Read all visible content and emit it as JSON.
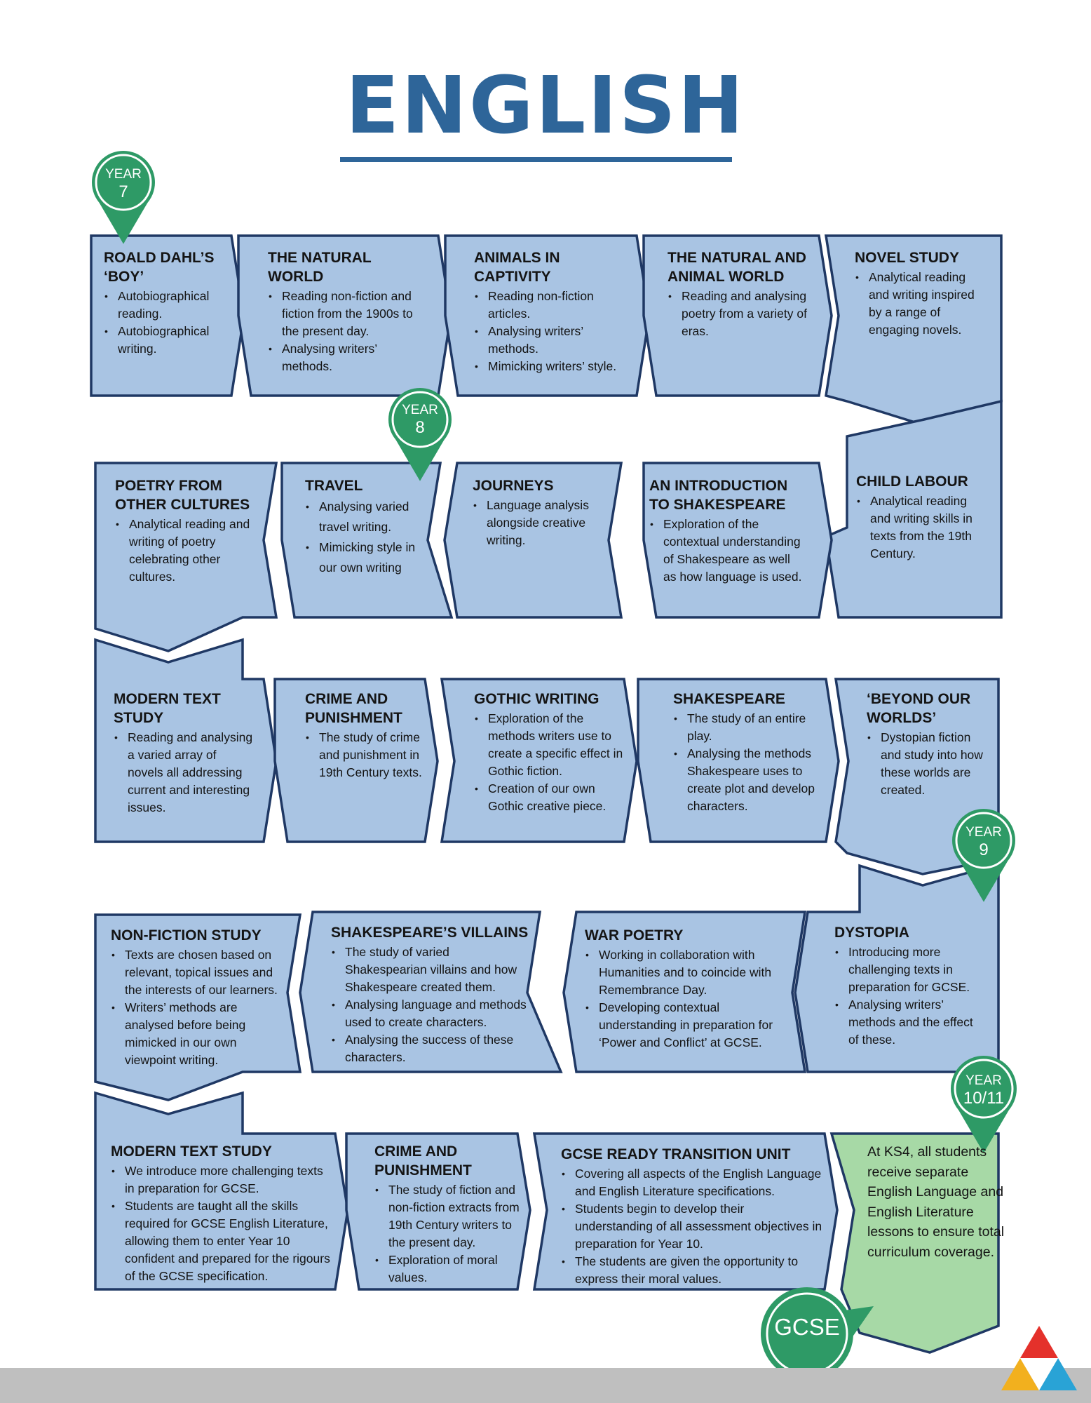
{
  "title": "ENGLISH",
  "colors": {
    "step_fill": "#a9c4e3",
    "step_stroke": "#1f3864",
    "final_fill": "#a7d9a6",
    "pin_green": "#2e9a66",
    "title_blue": "#2e6599"
  },
  "year_markers": [
    {
      "line1": "YEAR",
      "line2": "7"
    },
    {
      "line1": "YEAR",
      "line2": "8"
    },
    {
      "line1": "YEAR",
      "line2": "9"
    },
    {
      "line1": "YEAR",
      "line2": "10/11"
    }
  ],
  "gcse_label": "GCSE",
  "rows": [
    [
      {
        "title": "ROALD DAHL’S ‘BOY’",
        "bullets": [
          "Autobiographical reading.",
          "Autobiographical writing."
        ]
      },
      {
        "title": "THE NATURAL WORLD",
        "bullets": [
          "Reading non-fiction and fiction from the 1900s to the present day.",
          "Analysing writers’ methods."
        ]
      },
      {
        "title": "ANIMALS IN CAPTIVITY",
        "bullets": [
          "Reading non-fiction articles.",
          "Analysing writers’ methods.",
          "Mimicking writers’ style."
        ]
      },
      {
        "title": "THE NATURAL AND ANIMAL WORLD",
        "bullets": [
          "Reading and analysing poetry from a variety of eras."
        ]
      },
      {
        "title": "NOVEL STUDY",
        "bullets": [
          "Analytical reading and writing inspired by a range of engaging novels."
        ]
      }
    ],
    [
      {
        "title": "POETRY FROM OTHER CULTURES",
        "bullets": [
          "Analytical reading and writing of poetry celebrating other cultures."
        ]
      },
      {
        "title": "TRAVEL",
        "bullets": [
          "Analysing varied travel writing.",
          "Mimicking style in our own writing"
        ]
      },
      {
        "title": "JOURNEYS",
        "bullets": [
          "Language analysis alongside creative writing."
        ]
      },
      {
        "title": "AN INTRODUCTION TO SHAKESPEARE",
        "bullets": [
          "Exploration of the contextual understanding of Shakespeare as well as how language is used."
        ]
      },
      {
        "title": "CHILD LABOUR",
        "bullets": [
          "Analytical reading and writing skills in texts from the 19th Century."
        ]
      }
    ],
    [
      {
        "title": "MODERN TEXT STUDY",
        "bullets": [
          "Reading and analysing a varied array of novels all addressing current and interesting issues."
        ]
      },
      {
        "title": "CRIME AND PUNISHMENT",
        "bullets": [
          "The study of crime and punishment in 19th Century texts."
        ]
      },
      {
        "title": "GOTHIC WRITING",
        "bullets": [
          "Exploration of the methods writers use to create a specific effect in Gothic fiction.",
          "Creation of our own Gothic creative piece."
        ]
      },
      {
        "title": "SHAKESPEARE",
        "bullets": [
          "The study of an entire play.",
          "Analysing the methods Shakespeare uses to create plot and develop characters."
        ]
      },
      {
        "title": "‘BEYOND OUR WORLDS’",
        "bullets": [
          "Dystopian fiction and study into how these worlds are created."
        ]
      }
    ],
    [
      {
        "title": "NON-FICTION STUDY",
        "bullets": [
          "Texts are chosen based on relevant, topical issues and the interests of our learners.",
          "Writers’ methods are analysed before being mimicked in our own viewpoint writing."
        ]
      },
      {
        "title": "SHAKESPEARE’S VILLAINS",
        "bullets": [
          "The study of varied Shakespearian villains and how Shakespeare created them.",
          "Analysing language and methods used to create characters.",
          "Analysing the success of these characters."
        ]
      },
      {
        "title": "WAR POETRY",
        "bullets": [
          "Working in collaboration with Humanities and to coincide with Remembrance Day.",
          "Developing contextual understanding in preparation for ‘Power and Conflict’ at GCSE."
        ]
      },
      {
        "title": "DYSTOPIA",
        "bullets": [
          "Introducing more challenging texts in preparation for GCSE.",
          "Analysing writers’ methods and the effect of these."
        ]
      }
    ],
    [
      {
        "title": "MODERN TEXT STUDY",
        "bullets": [
          "We introduce more challenging texts in preparation for GCSE.",
          "Students are taught all the skills required for GCSE English Literature, allowing them to enter Year 10 confident and prepared for the rigours of the GCSE specification."
        ]
      },
      {
        "title": "CRIME AND PUNISHMENT",
        "bullets": [
          "The study of fiction and non-fiction extracts from 19th Century writers to the present day.",
          "Exploration of moral values."
        ]
      },
      {
        "title": "GCSE READY TRANSITION UNIT",
        "bullets": [
          "Covering all aspects of the English Language and English Literature specifications.",
          "Students begin to develop their understanding of all assessment objectives in preparation for Year 10.",
          "The students are given the opportunity to express their moral values."
        ]
      }
    ]
  ],
  "ks4_text": "At KS4, all students receive separate English Language and English Literature lessons to ensure total curriculum coverage."
}
